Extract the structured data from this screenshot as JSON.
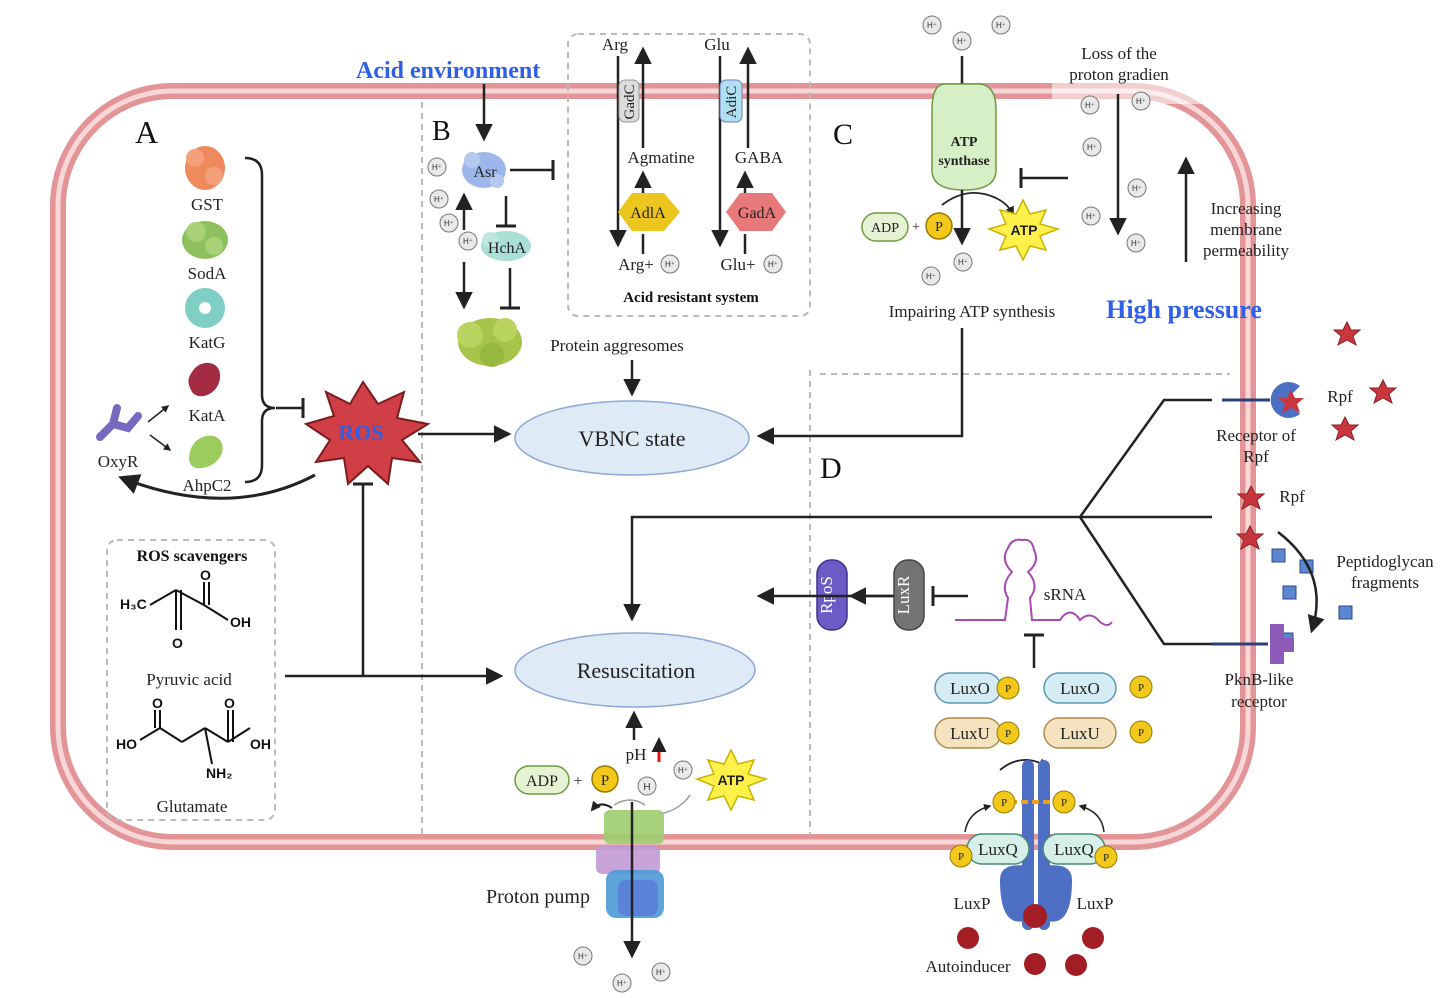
{
  "colors": {
    "membrane": "#e59a9c",
    "membrane_inner": "#f6d3d4",
    "blue_text": "#2f5fe6",
    "ros_red": "#cf3f45",
    "bubble": "#dfeaf7",
    "star": "#c8373e"
  },
  "panels": {
    "a": "A",
    "b": "B",
    "c": "C",
    "d": "D"
  },
  "panel_a": {
    "enzymes": [
      "GST",
      "SodA",
      "KatG",
      "KatA",
      "AhpC2"
    ],
    "oxyr": "OxyR",
    "ros": "ROS",
    "scavengers_title": "ROS  scavengers",
    "pyruvic_acid": "Pyruvic acid",
    "glutamate": "Glutamate",
    "chem": {
      "h3c": "H₃C",
      "o": "O",
      "oh": "OH",
      "ho": "HO",
      "nh2": "NH₂"
    }
  },
  "panel_b": {
    "acid_environment": "Acid environment",
    "asr": "Asr",
    "hcha": "HchA",
    "protein_aggresomes": "Protein aggresomes",
    "arg": "Arg",
    "glu": "Glu",
    "gadc": "GadC",
    "adic": "AdiC",
    "agmatine": "Agmatine",
    "gaba": "GABA",
    "adia": "AdlA",
    "gada": "GadA",
    "arg_plus": "Arg+",
    "glu_plus": "Glu+",
    "acid_resistant_system": "Acid resistant system"
  },
  "center": {
    "vbnc": "VBNC state",
    "resuscitation": "Resuscitation",
    "ph": "pH",
    "adp": "ADP",
    "p": "P",
    "atp": "ATP",
    "proton_pump": "Proton pump",
    "h": "H⁺",
    "h_bare": "H",
    "plus": "+"
  },
  "panel_c": {
    "loss_line1": "Loss of the",
    "loss_line2": "proton gradien",
    "atp_synthase_line1": "ATP",
    "atp_synthase_line2": "synthase",
    "increasing_line1": "Increasing",
    "increasing_line2": "membrane",
    "increasing_line3": "permeability",
    "high_pressure": "High pressure",
    "impairing": "Impairing ATP synthesis",
    "adp": "ADP",
    "p": "P",
    "atp": "ATP"
  },
  "panel_d": {
    "rpf": "Rpf",
    "receptor_line1": "Receptor of",
    "receptor_line2": "Rpf",
    "peptidoglycan_line1": "Peptidoglycan",
    "peptidoglycan_line2": "fragments",
    "pknb_line1": "PknB-like",
    "pknb_line2": "receptor",
    "rpos": "RpoS",
    "luxr": "LuxR",
    "srna": "sRNA",
    "luxo": "LuxO",
    "luxu": "LuxU",
    "luxq": "LuxQ",
    "luxp": "LuxP",
    "autoinducer": "Autoinducer",
    "p": "P"
  }
}
